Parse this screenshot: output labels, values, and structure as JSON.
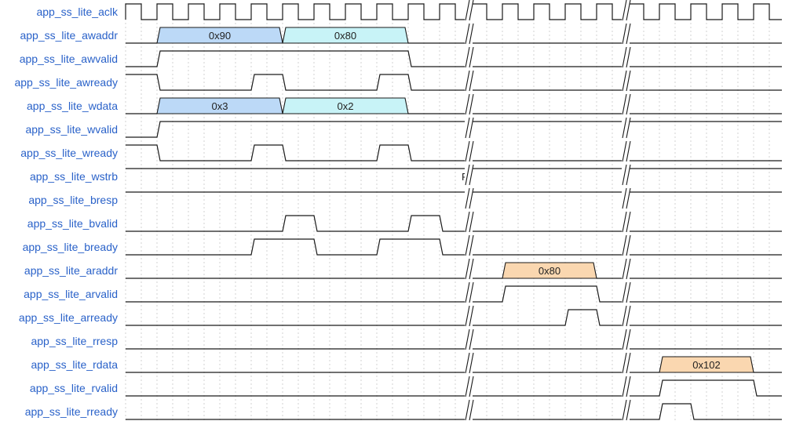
{
  "diagram": {
    "type": "timing",
    "title": "",
    "colors": {
      "label": "#2a62c9",
      "write_bus_1": "#bcd9f7",
      "write_bus_2": "#c8f3f7",
      "read_bus": "#fad7b0",
      "wire": "#1a1a1a"
    },
    "period_cycles": 21,
    "break_after_cycles": [
      11,
      16
    ],
    "signals": [
      {
        "name": "app_ss_lite_aclk",
        "kind": "clock"
      },
      {
        "name": "app_ss_lite_awaddr",
        "kind": "bus",
        "segments": [
          {
            "start": 1,
            "end": 5,
            "label": "0x90",
            "fill": "write_bus_1"
          },
          {
            "start": 5,
            "end": 9,
            "label": "0x80",
            "fill": "write_bus_2"
          }
        ]
      },
      {
        "name": "app_ss_lite_awvalid",
        "kind": "bit",
        "toggles": [
          1,
          9
        ],
        "initial": 0
      },
      {
        "name": "app_ss_lite_awready",
        "kind": "bit",
        "toggles": [
          1,
          4,
          5,
          8,
          9
        ],
        "initial": 1
      },
      {
        "name": "app_ss_lite_wdata",
        "kind": "bus",
        "segments": [
          {
            "start": 1,
            "end": 5,
            "label": "0x3",
            "fill": "write_bus_1"
          },
          {
            "start": 5,
            "end": 9,
            "label": "0x2",
            "fill": "write_bus_2"
          }
        ]
      },
      {
        "name": "app_ss_lite_wvalid",
        "kind": "bit",
        "toggles": [
          1
        ],
        "initial": 0
      },
      {
        "name": "app_ss_lite_wready",
        "kind": "bit",
        "toggles": [
          1,
          4,
          5,
          8,
          9
        ],
        "initial": 1
      },
      {
        "name": "app_ss_lite_wstrb",
        "kind": "const",
        "level": 1,
        "label": "F",
        "label_at": 10.5
      },
      {
        "name": "app_ss_lite_bresp",
        "kind": "const",
        "level": 1
      },
      {
        "name": "app_ss_lite_bvalid",
        "kind": "bit",
        "toggles": [
          5,
          6,
          9,
          10
        ],
        "initial": 0
      },
      {
        "name": "app_ss_lite_bready",
        "kind": "bit",
        "toggles": [
          4,
          6,
          8,
          10
        ],
        "initial": 0
      },
      {
        "name": "app_ss_lite_araddr",
        "kind": "bus",
        "segments": [
          {
            "start": 12,
            "end": 15,
            "label": "0x80",
            "fill": "read_bus"
          }
        ]
      },
      {
        "name": "app_ss_lite_arvalid",
        "kind": "bit",
        "toggles": [
          12,
          15
        ],
        "initial": 0
      },
      {
        "name": "app_ss_lite_arready",
        "kind": "bit",
        "toggles": [
          14,
          15
        ],
        "initial": 0
      },
      {
        "name": "app_ss_lite_rresp",
        "kind": "const",
        "level": 0
      },
      {
        "name": "app_ss_lite_rdata",
        "kind": "bus",
        "segments": [
          {
            "start": 17,
            "end": 20,
            "label": "0x102",
            "fill": "read_bus"
          }
        ]
      },
      {
        "name": "app_ss_lite_rvalid",
        "kind": "bit",
        "toggles": [
          17,
          20
        ],
        "initial": 0
      },
      {
        "name": "app_ss_lite_rready",
        "kind": "bit",
        "toggles": [
          17,
          18
        ],
        "initial": 0
      }
    ]
  }
}
